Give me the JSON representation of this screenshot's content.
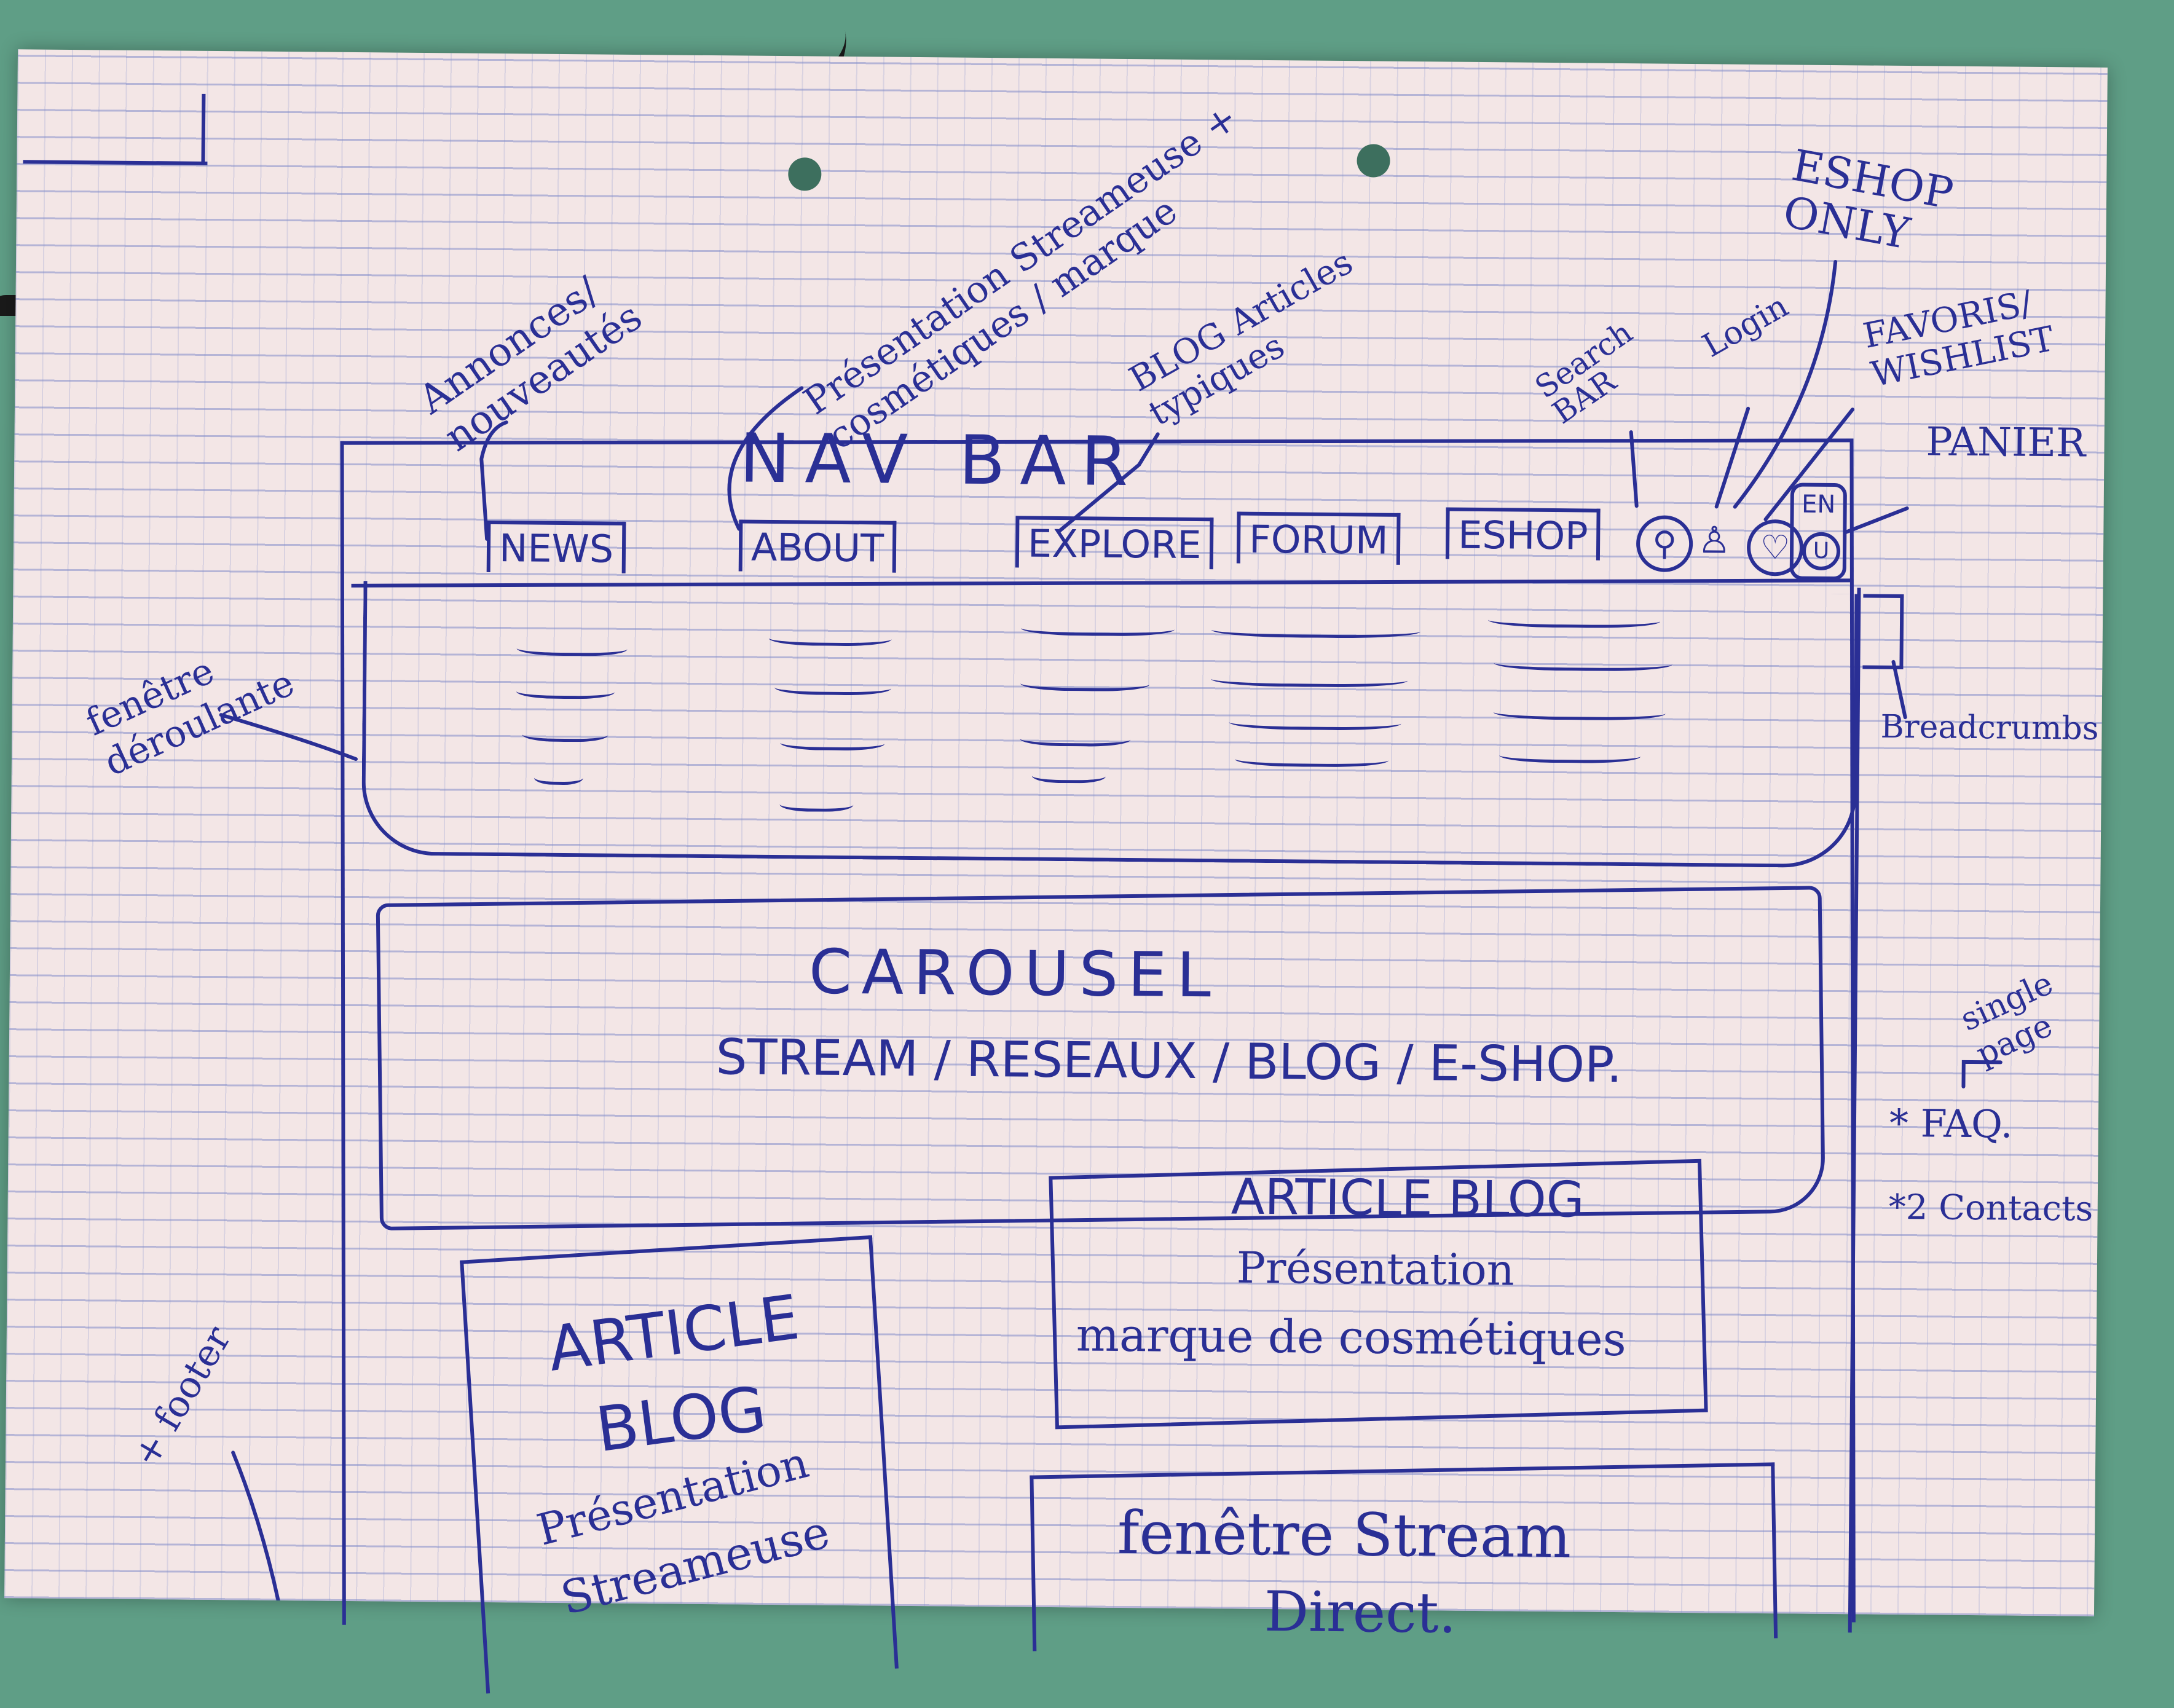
{
  "annotations": {
    "news": "Annonces/ nouveautés",
    "about": "Présentation Streameuse + cosmétiques / marque",
    "explore": "BLOG Articles typiques",
    "search": "Search BAR",
    "login": "Login",
    "eshop_only": "ESHOP ONLY",
    "favoris": "FAVORIS/ WISHLIST",
    "panier": "PANIER",
    "dropdown": "fenêtre déroulante",
    "breadcrumbs": "Breadcrumbs",
    "single_page": "single page",
    "faq": "* FAQ.",
    "contacts": "*2 Contacts",
    "footer": "+ footer"
  },
  "navbar": {
    "label": "NAV BAR",
    "tabs": [
      "NEWS",
      "ABOUT",
      "EXPLORE",
      "FORUM",
      "ESHOP"
    ],
    "lang": "EN"
  },
  "carousel": {
    "title": "CAROUSEL",
    "subtitle": "STREAM / RESEAUX / BLOG / E-SHOP."
  },
  "article_left": {
    "line1": "ARTICLE",
    "line2": "BLOG",
    "line3": "Présentation",
    "line4": "Streameuse"
  },
  "article_right": {
    "line1": "ARTICLE BLOG",
    "line2": "Présentation",
    "line3": "marque de cosmétiques"
  },
  "stream_window": {
    "line1": "fenêtre Stream",
    "line2": "Direct."
  },
  "colors": {
    "ink": "#2a2f95",
    "paper": "#f3e6e6",
    "table": "#5f9e86"
  }
}
